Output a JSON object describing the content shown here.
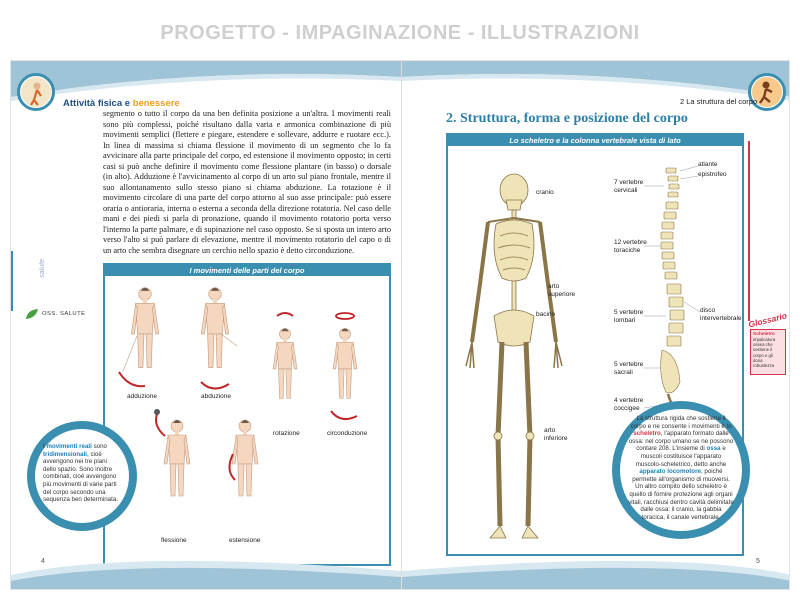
{
  "project_title": "PROGETTO - IMPAGINAZIONE - ILLUSTRAZIONI",
  "left_page": {
    "header_label_a": "Attività fisica e ",
    "header_label_b": "benessere",
    "body": "segmento o tutto il corpo da una ben definita posizione a un'altra. I movimenti reali sono più complessi, poiché risultano dalla varia e armonica combinazione di più movimenti semplici (flettere e piegare, estendere e sollevare, addurre e ruotare ecc.). In linea di massima si chiama flessione il movimento di un segmento che lo fa avvicinare alla parte principale del corpo, ed estensione il movimento opposto; in certi casi si può anche definire il movimento come flessione plantare (in basso) o dorsale (in alto). Adduzione è l'avvicinamento al corpo di un arto sul piano frontale, mentre il suo allontanamento sullo stesso piano si chiama abduzione. La rotazione è il movimento circolare di una parte del corpo attorno al suo asse principale: può essere oraria o antioraria, interna o esterna a seconda della direzione rotatoria. Nel caso delle mani e dei piedi si parla di pronazione, quando il movimento rotatorio porta verso l'interno la parte palmare, e di supinazione nel caso opposto. Se si sposta un intero arto verso l'alto si può parlare di elevazione, mentre il movimento rotatorio del capo o di un arto che sembra disegnare un cerchio nello spazio è detto circonduzione.",
    "sidebar_vertical": "salute",
    "sidebar_logo": "OSS. SALUTE",
    "box_title": "I movimenti delle parti del corpo",
    "fig_labels": {
      "adduzione": "adduzione",
      "abduzione": "abduzione",
      "rotazione": "rotazione",
      "circonduzione": "circonduzione",
      "flessione": "flessione",
      "estensione": "estensione"
    },
    "callout": {
      "p1": "I ",
      "p2": "movimenti reali",
      "p3": " sono ",
      "p4": "tridimensionali",
      "p5": ", cioè avvengono nei tre piani dello spazio. Sono inoltre combinati, cioè avvengono più movimenti di varie parti del corpo secondo una sequenza ben determinata."
    },
    "page_number": "4"
  },
  "right_page": {
    "header_label": "2  La struttura del corpo",
    "section_title": "2. Struttura, forma e posizione del corpo",
    "box_title": "Lo scheletro e la colonna vertebrale vista di lato",
    "skeleton_labels": {
      "cranio": "cranio",
      "arto_superiore_1": "arto",
      "arto_superiore_2": "superiore",
      "bacino": "bacino",
      "arto_inferiore_1": "arto",
      "arto_inferiore_2": "inferiore"
    },
    "spine_labels": {
      "cervicali_1": "7 vertebre",
      "cervicali_2": "cervicali",
      "toraciche_1": "12 vertebre",
      "toraciche_2": "toraciche",
      "lombari_1": "5 vertebre",
      "lombari_2": "lombari",
      "sacrali_1": "5 vertebre",
      "sacrali_2": "sacrali",
      "coccigee_1": "4 vertebre",
      "coccigee_2": "coccigee",
      "atlante": "atlante",
      "epistrofeo": "epistrofeo",
      "disco_1": "disco",
      "disco_2": "intervertebrale"
    },
    "glossary": {
      "title": "Glossario",
      "term": "Scheletro",
      "def": "impalcatura ossea che sostiene il corpo e gli dona robustezza"
    },
    "callout": {
      "p1": "La struttura rigida che sostiene il corpo e ne consente i movimenti è lo ",
      "p2": "scheletro",
      "p3": ", l'apparato formato dalle ossa: nel corpo umano se ne possono contare 208. L'insieme di ",
      "p4": "ossa",
      "p5": " e muscoli costituisce l'apparato muscolo-scheletrico, detto anche ",
      "p6": "apparato locomotore",
      "p7": ", poiché permette all'organismo di muoversi. Un altro compito dello scheletro è quello di fornire protezione agli organi vitali, racchiusi dentro cavità delimitate dalle ossa: il cranio, la gabbia toracica, il canale vertebrale."
    },
    "page_number": "5"
  },
  "colors": {
    "teal": "#3a8fb0",
    "header_blue": "#9fc4d8",
    "accent_orange": "#f0a020",
    "bone": "#efe3b8",
    "skin": "#f5d7bf",
    "glossary_red": "#d4334a"
  }
}
